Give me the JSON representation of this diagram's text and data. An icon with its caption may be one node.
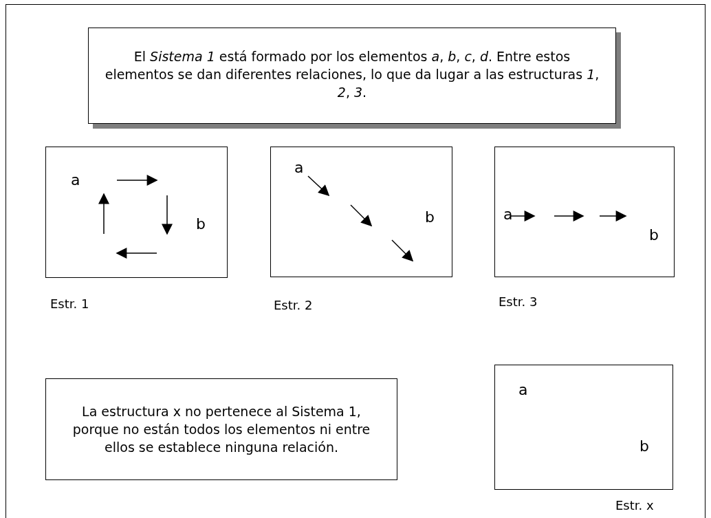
{
  "diagram": {
    "nodes": [
      {
        "text": [
          "El *Sistema 1* está formado por los elementos *a*, *b*, *c*, *d*. Entre estos elementos se dan diferentes relaciones, lo que da lugar a las estructuras *1*, *2*, *3*."
        ]
      },
      {
        "text": [
          "a",
          "b"
        ],
        "beside": [
          "Estr. 1"
        ]
      },
      {
        "text": [
          "a",
          "b"
        ],
        "beside": [
          "Estr. 2"
        ]
      },
      {
        "text": [
          "a",
          "b"
        ],
        "beside": [
          "Estr. 3"
        ]
      },
      {
        "text": [
          "La estructura x no pertenece al Sistema 1, porque no están todos los elementos ni entre ellos se establece ninguna relación."
        ]
      },
      {
        "text": [
          "a",
          "b"
        ],
        "beside": [
          "Estr. x"
        ]
      }
    ]
  }
}
